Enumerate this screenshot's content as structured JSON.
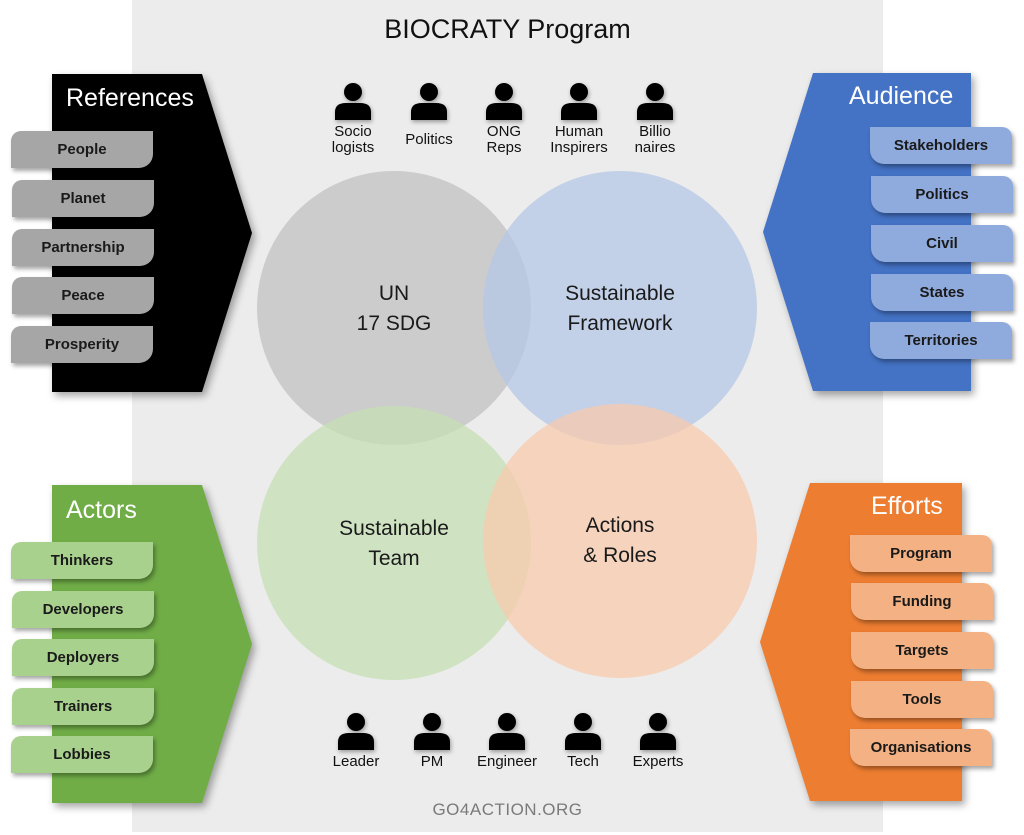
{
  "title": "BIOCRATY Program",
  "footer": "GO4ACTION.ORG",
  "colors": {
    "canvas": "#ececec",
    "references": "#000000",
    "references_tag": "#a6a6a6",
    "audience": "#4472c4",
    "audience_tag": "#8faadc",
    "actors": "#70ad47",
    "actors_tag": "#a9d18e",
    "efforts": "#ed7d31",
    "efforts_tag": "#f4b183"
  },
  "venn": [
    {
      "line1": "UN",
      "line2": "17 SDG",
      "color": "#c9c9c9"
    },
    {
      "line1": "Sustainable",
      "line2": "Framework",
      "color": "#b4c7e7"
    },
    {
      "line1": "Sustainable",
      "line2": "Team",
      "color": "#c5e0b4"
    },
    {
      "line1": "Actions",
      "line2": "& Roles",
      "color": "#f8cbad"
    }
  ],
  "top_people": [
    {
      "icon": "person-icon",
      "line1": "Socio",
      "line2": "logists"
    },
    {
      "icon": "person-icon",
      "line1": "Politics",
      "line2": ""
    },
    {
      "icon": "person-icon",
      "line1": "ONG",
      "line2": "Reps"
    },
    {
      "icon": "person-icon",
      "line1": "Human",
      "line2": "Inspirers"
    },
    {
      "icon": "person-icon",
      "line1": "Billio",
      "line2": "naires"
    }
  ],
  "bottom_people": [
    {
      "icon": "person-icon",
      "label": "Leader"
    },
    {
      "icon": "person-icon",
      "label": "PM"
    },
    {
      "icon": "person-icon",
      "label": "Engineer"
    },
    {
      "icon": "person-icon",
      "label": "Tech"
    },
    {
      "icon": "person-icon",
      "label": "Experts"
    }
  ],
  "references": {
    "title": "References",
    "items": [
      "People",
      "Planet",
      "Partnership",
      "Peace",
      "Prosperity"
    ]
  },
  "audience": {
    "title": "Audience",
    "items": [
      "Stakeholders",
      "Politics",
      "Civil",
      "States",
      "Territories"
    ]
  },
  "actors": {
    "title": "Actors",
    "items": [
      "Thinkers",
      "Developers",
      "Deployers",
      "Trainers",
      "Lobbies"
    ]
  },
  "efforts": {
    "title": "Efforts",
    "items": [
      "Program",
      "Funding",
      "Targets",
      "Tools",
      "Organisations"
    ]
  }
}
